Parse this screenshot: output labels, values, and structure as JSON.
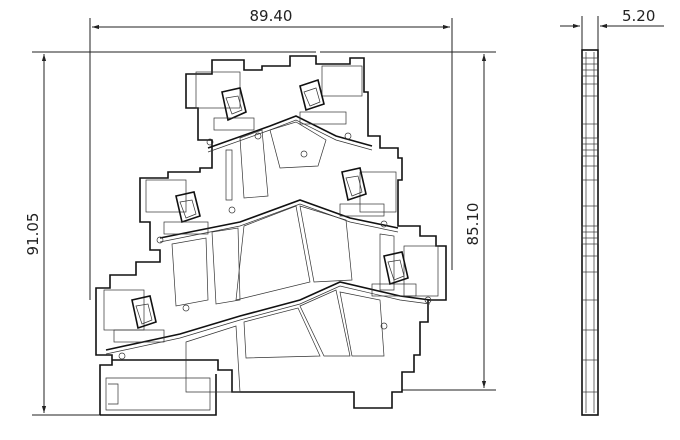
{
  "dimensions": {
    "width_top": "89.40",
    "width_side": "5.20",
    "height_left": "91.05",
    "height_right": "85.10"
  }
}
